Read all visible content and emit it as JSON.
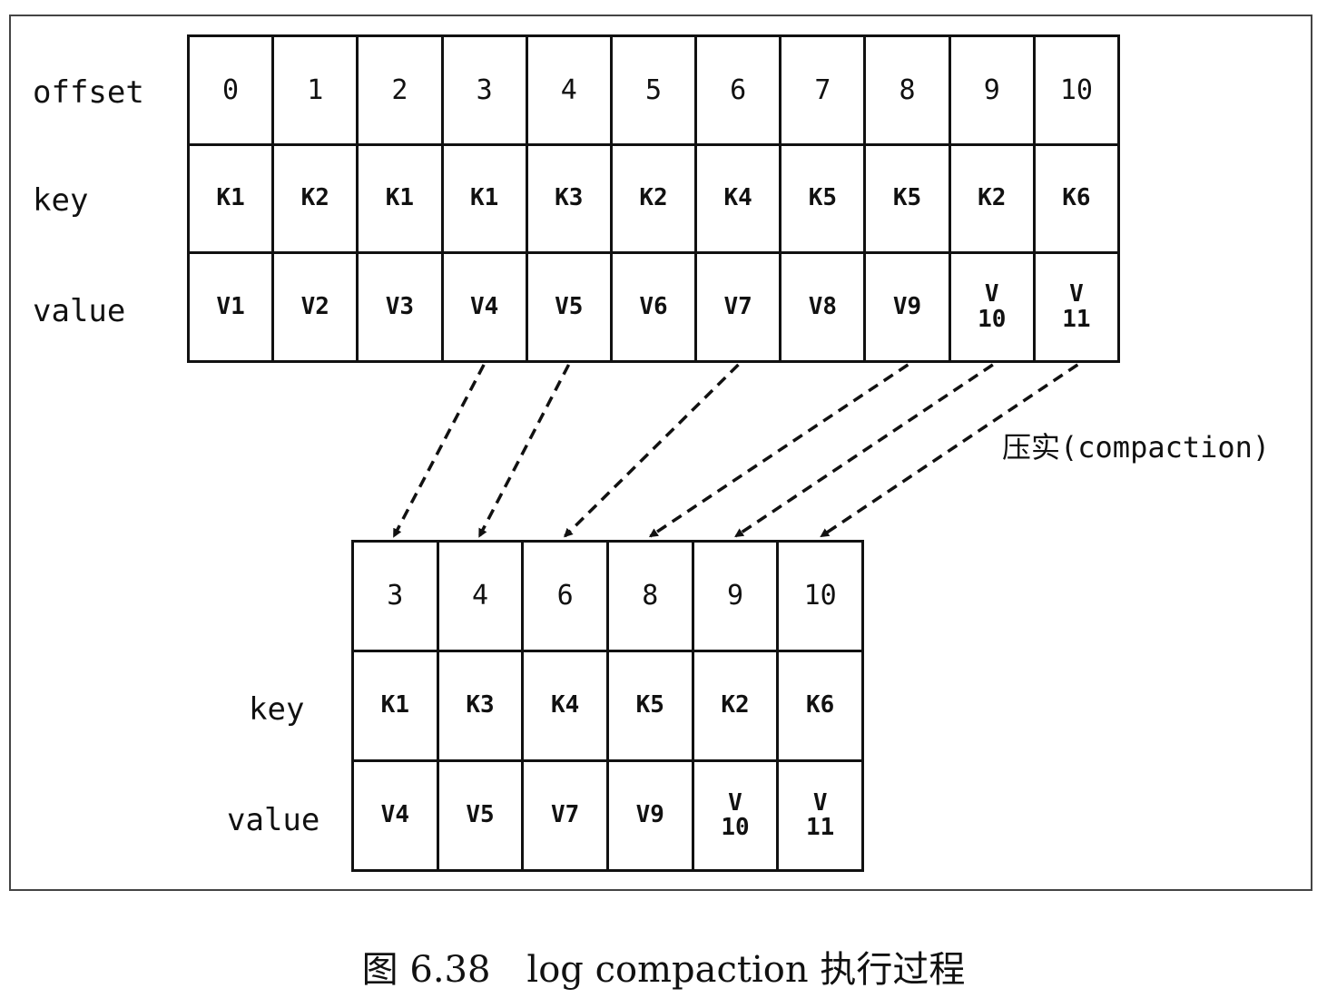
{
  "top_table": {
    "labels": {
      "offset": "offset",
      "key": "key",
      "value": "value"
    },
    "offsets": [
      "0",
      "1",
      "2",
      "3",
      "4",
      "5",
      "6",
      "7",
      "8",
      "9",
      "10"
    ],
    "keys": [
      "K1",
      "K2",
      "K1",
      "K1",
      "K3",
      "K2",
      "K4",
      "K5",
      "K5",
      "K2",
      "K6"
    ],
    "values": [
      [
        "V1"
      ],
      [
        "V2"
      ],
      [
        "V3"
      ],
      [
        "V4"
      ],
      [
        "V5"
      ],
      [
        "V6"
      ],
      [
        "V7"
      ],
      [
        "V8"
      ],
      [
        "V9"
      ],
      [
        "V",
        "10"
      ],
      [
        "V",
        "11"
      ]
    ]
  },
  "bottom_table": {
    "labels": {
      "key": "key",
      "value": "value"
    },
    "offsets": [
      "3",
      "4",
      "6",
      "8",
      "9",
      "10"
    ],
    "keys": [
      "K1",
      "K3",
      "K4",
      "K5",
      "K2",
      "K6"
    ],
    "values": [
      [
        "V4"
      ],
      [
        "V5"
      ],
      [
        "V7"
      ],
      [
        "V9"
      ],
      [
        "V",
        "10"
      ],
      [
        "V",
        "11"
      ]
    ]
  },
  "arrows": {
    "from_top_columns": [
      3,
      4,
      6,
      8,
      9,
      10
    ],
    "to_bottom_columns": [
      0,
      1,
      2,
      3,
      4,
      5
    ]
  },
  "annotation": "压实(compaction)",
  "caption": "图 6.38　log compaction 执行过程",
  "colors": {
    "line": "#111111",
    "background": "#ffffff",
    "frame": "#444444"
  }
}
